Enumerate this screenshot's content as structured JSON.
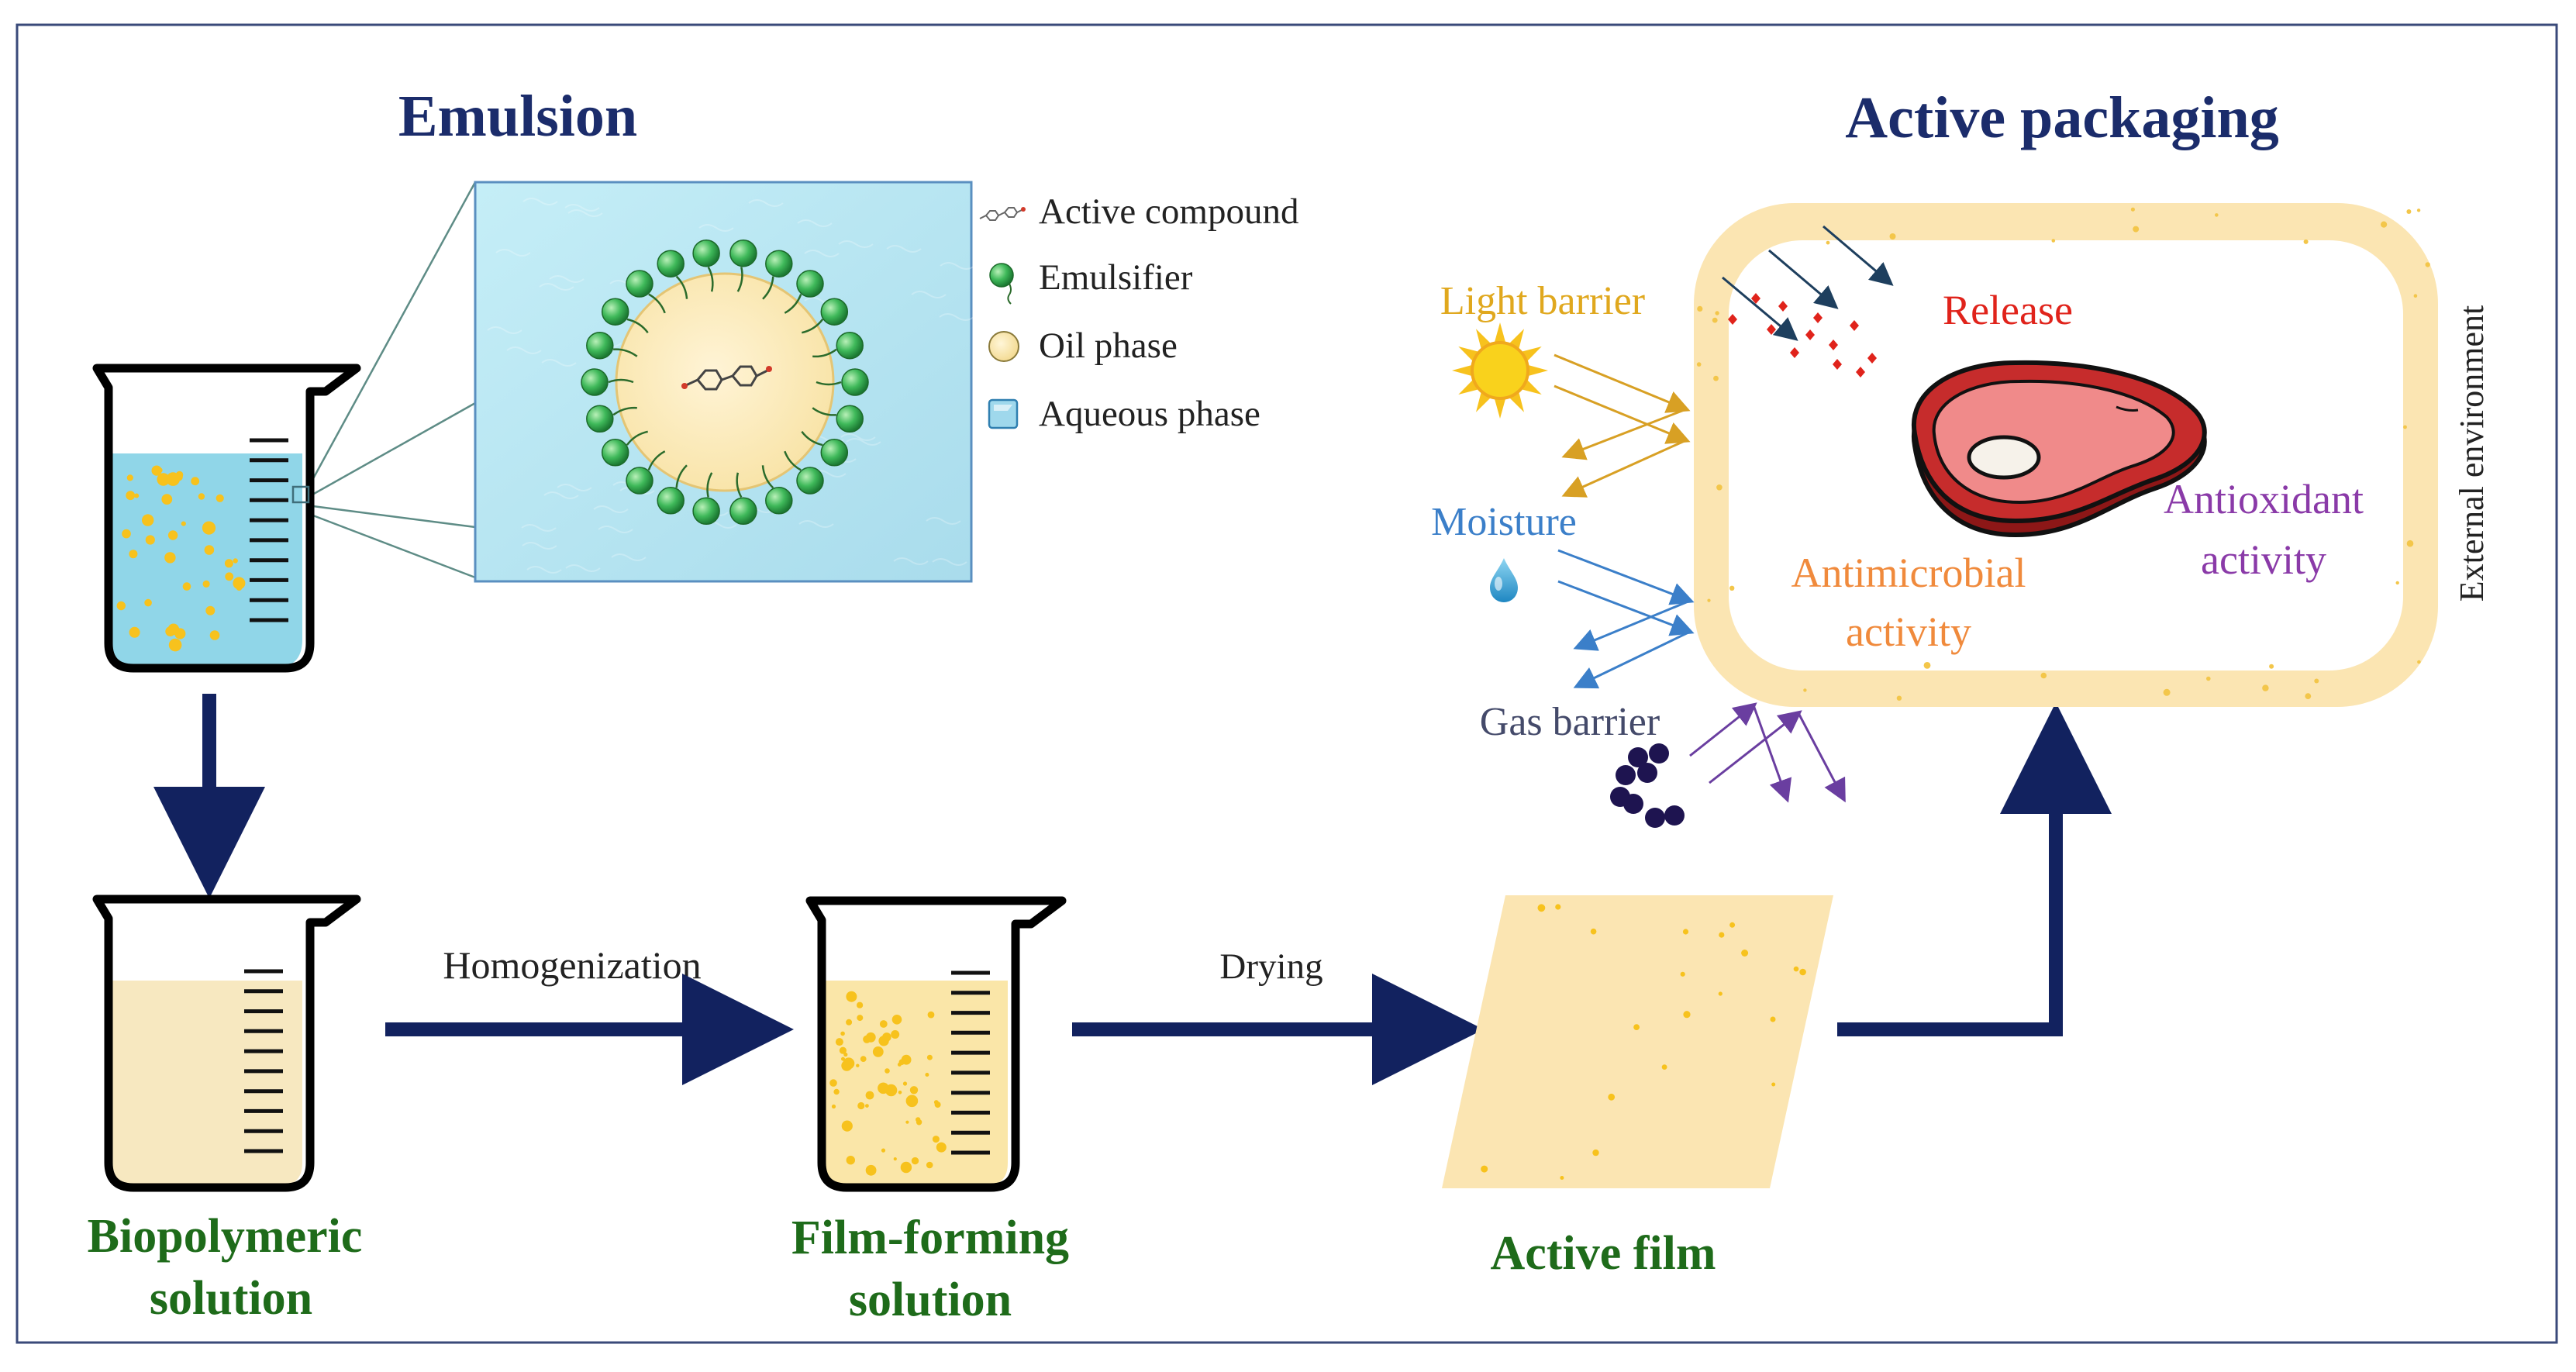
{
  "emulsion": {
    "title": "Emulsion",
    "legend": [
      {
        "label": "Active compound",
        "icon": "molecule-icon"
      },
      {
        "label": "Emulsifier",
        "icon": "emulsifier-icon"
      },
      {
        "label": "Oil phase",
        "icon": "oil-droplet-icon"
      },
      {
        "label": "Aqueous phase",
        "icon": "aqueous-square-icon"
      }
    ]
  },
  "process": {
    "step1": {
      "line1": "Biopolymeric",
      "line2": "solution"
    },
    "step2": {
      "line1": "Film-forming",
      "line2": "solution"
    },
    "step3": {
      "label": "Active film"
    },
    "homogenization": "Homogenization",
    "drying": "Drying"
  },
  "packaging": {
    "title": "Active packaging",
    "light": "Light barrier",
    "moisture": "Moisture",
    "gas": "Gas barrier",
    "release": "Release",
    "antimicrobial": {
      "line1": "Antimicrobial",
      "line2": "activity"
    },
    "antioxidant": {
      "line1": "Antioxidant",
      "line2": "activity"
    },
    "external": "External environment"
  },
  "colors": {
    "heading": "#1b2c6b",
    "flow_arrow": "#12225f",
    "step_label": "#1e6b1a",
    "light": "#e0a81e",
    "moisture": "#3b7fc9",
    "gas": "#444a6a",
    "release": "#e0231b",
    "antimicrobial": "#f08a3c",
    "antioxidant": "#8a3aa8",
    "film": "#fbe5b2",
    "aqueous": "#a7dce8",
    "emulsifier": "#2fae4e"
  }
}
